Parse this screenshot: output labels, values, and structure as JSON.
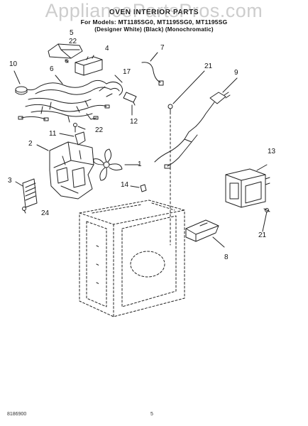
{
  "watermark": "AppliancePartsPros.com",
  "header": {
    "title": "OVEN INTERIOR PARTS",
    "models": "For Models: MT1185SG0, MT1195SG0, MT1195SG",
    "colors": "(Designer White)     (Black)     (Monochromatic)"
  },
  "callouts": [
    "1",
    "2",
    "3",
    "4",
    "5",
    "6",
    "7",
    "8",
    "9",
    "10",
    "11",
    "12",
    "13",
    "14",
    "17",
    "21",
    "21",
    "22",
    "22",
    "24"
  ],
  "footer": {
    "left": "8186900",
    "center": "5"
  },
  "colors": {
    "line": "#222222",
    "text": "#111111",
    "watermark": "#8a8a8a"
  }
}
